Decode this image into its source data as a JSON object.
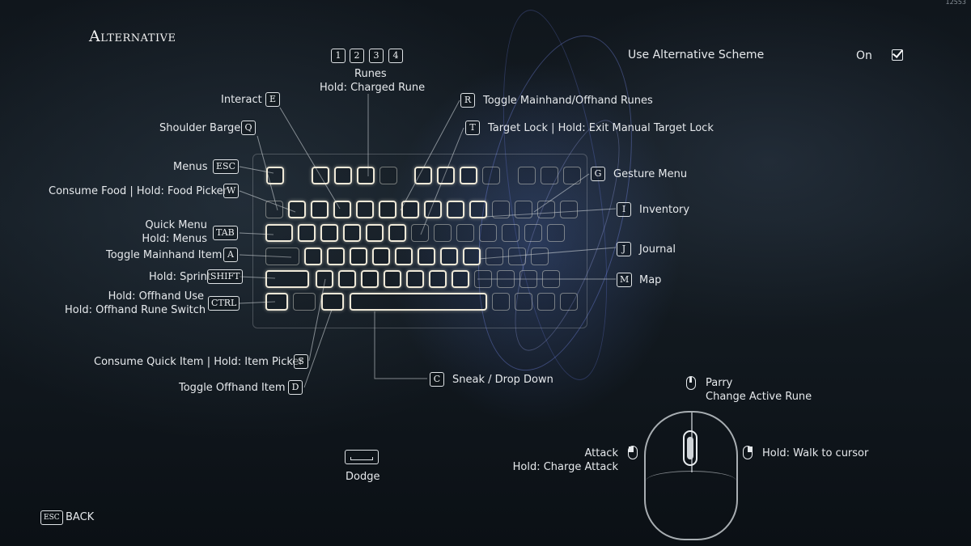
{
  "header": {
    "title": "Alternative",
    "build": "12553"
  },
  "setting": {
    "label": "Use Alternative Scheme",
    "value": "On"
  },
  "runes": {
    "keys": [
      "1",
      "2",
      "3",
      "4"
    ],
    "label_line1": "Runes",
    "label_line2": "Hold: Charged Rune"
  },
  "left_bindings": {
    "interact": {
      "key": "E",
      "label": "Interact"
    },
    "shoulder_barge": {
      "key": "Q",
      "label": "Shoulder Barge"
    },
    "menus": {
      "key": "ESC",
      "label": "Menus"
    },
    "consume_food": {
      "key": "W",
      "label": "Consume Food | Hold: Food Picker"
    },
    "quick_menu": {
      "key": "TAB",
      "label_line1": "Quick Menu",
      "label_line2": "Hold: Menus"
    },
    "toggle_mainhand": {
      "key": "A",
      "label": "Toggle Mainhand Item"
    },
    "sprint": {
      "key": "SHIFT",
      "label": "Hold: Sprint"
    },
    "offhand_use": {
      "key": "CTRL",
      "label_line1": "Hold: Offhand Use",
      "label_line2": "Hold: Offhand Rune Switch"
    }
  },
  "right_bindings": {
    "toggle_runes": {
      "key": "R",
      "label": "Toggle Mainhand/Offhand Runes"
    },
    "target_lock": {
      "key": "T",
      "label": "Target Lock | Hold: Exit Manual Target Lock"
    },
    "gesture_menu": {
      "key": "G",
      "label": "Gesture Menu"
    },
    "inventory": {
      "key": "I",
      "label": "Inventory"
    },
    "journal": {
      "key": "J",
      "label": "Journal"
    },
    "map": {
      "key": "M",
      "label": "Map"
    }
  },
  "bottom_bindings": {
    "quick_item": {
      "key": "S",
      "label": "Consume Quick Item | Hold: Item Picker"
    },
    "toggle_offhand": {
      "key": "D",
      "label": "Toggle Offhand Item"
    },
    "sneak": {
      "key": "C",
      "label": "Sneak / Drop Down"
    },
    "dodge": {
      "label": "Dodge"
    }
  },
  "mouse": {
    "middle_line1": "Parry",
    "middle_line2": "Change Active Rune",
    "left_line1": "Attack",
    "left_line2": "Hold: Charge Attack",
    "right": "Hold: Walk to cursor"
  },
  "footer": {
    "back_key": "ESC",
    "back_label": "BACK"
  },
  "colors": {
    "text": "#e6e9ec",
    "key_outline": "#dfe3e6",
    "highlight": "#efe9d8"
  }
}
